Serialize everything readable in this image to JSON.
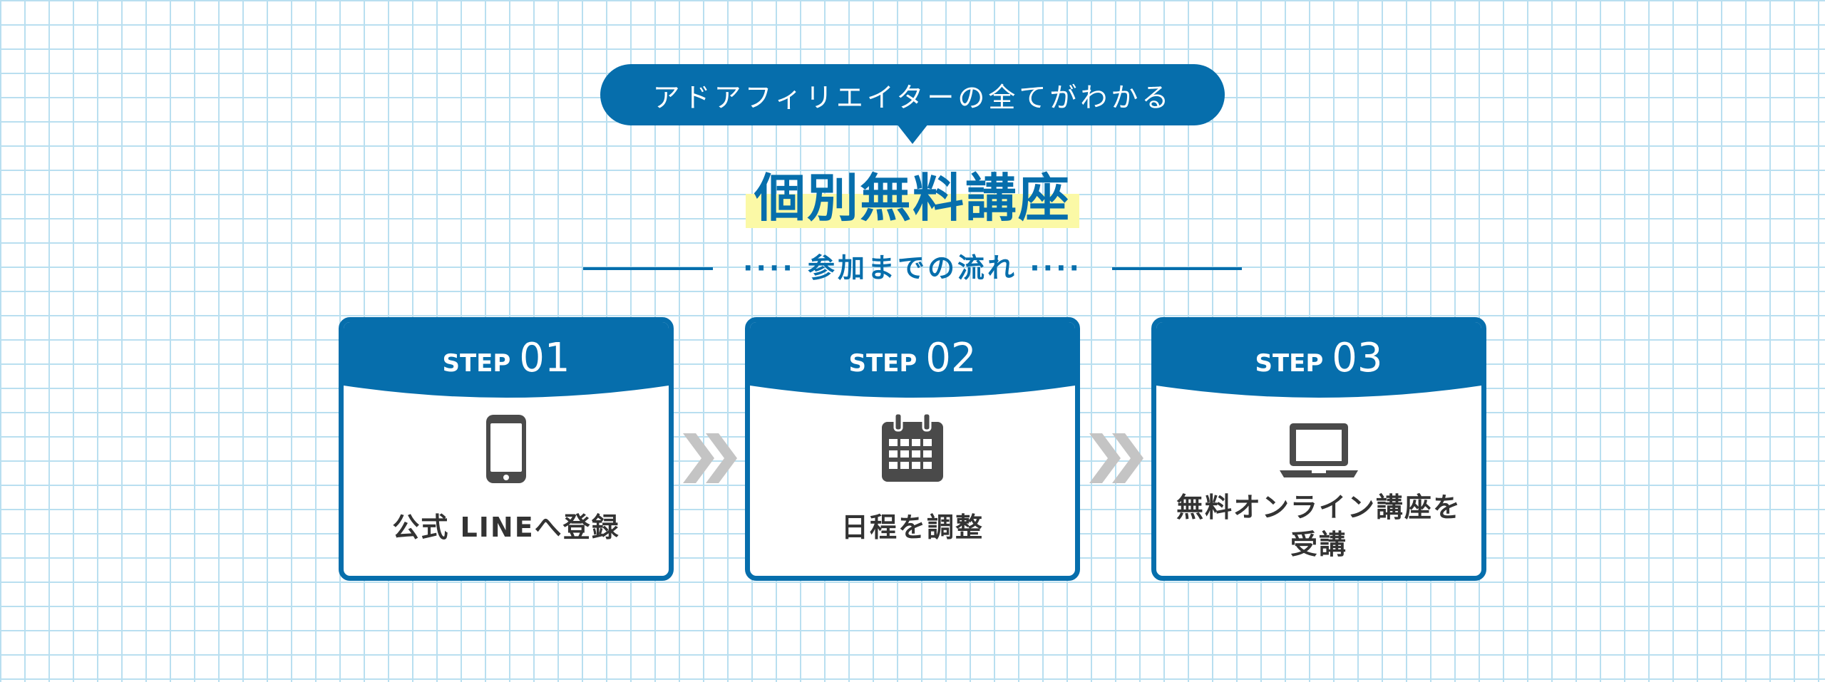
{
  "header": {
    "bubble_text": "アドアフィリエイターの全てがわかる",
    "title": "個別無料講座",
    "subtitle": "···· 参加までの流れ ····"
  },
  "steps": [
    {
      "step_word": "STEP",
      "number": "01",
      "icon": "smartphone-icon",
      "label": "公式 LINEへ登録"
    },
    {
      "step_word": "STEP",
      "number": "02",
      "icon": "calendar-icon",
      "label": "日程を調整"
    },
    {
      "step_word": "STEP",
      "number": "03",
      "icon": "laptop-icon",
      "label_line1": "無料オンライン講座を",
      "label_line2": "受講"
    }
  ],
  "colors": {
    "primary_blue": "#066eac",
    "highlight_yellow": "#fbf9a6",
    "grid_line": "#b9dff0",
    "icon_gray": "#4a4a4a",
    "chevron_gray": "#c4c4c4",
    "text_dark": "#333333"
  }
}
